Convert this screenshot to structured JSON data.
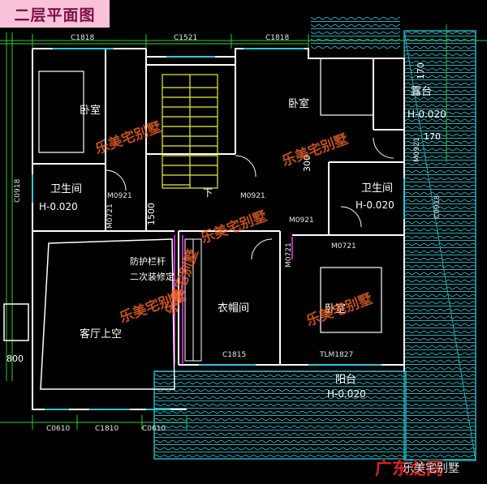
{
  "title": "二层平面图",
  "rooms": {
    "bedroom_nw": "卧室",
    "bedroom_n": "卧室",
    "bedroom_se": "卧室",
    "bath_w": "卫生间",
    "bath_e": "卫生间",
    "cloakroom": "衣帽间",
    "living_void": "客厅上空",
    "terrace": "露台",
    "balcony": "阳台"
  },
  "levels": {
    "bath_w": "H-0.020",
    "bath_e": "H-0.020",
    "terrace": "H-0.020",
    "balcony": "H-0.020"
  },
  "notes": {
    "rail_1": "防护栏杆",
    "rail_2": "二次装修定",
    "stair_down": "下"
  },
  "window_codes": {
    "c1818_a": "C1818",
    "c1521": "C1521",
    "c1818_b": "C1818",
    "c0918_w": "C0918",
    "c0918_e": "C0918",
    "c1815": "C1815",
    "c0610_a": "C0610",
    "c1810": "C1810",
    "c0610_b": "C0610",
    "tlm1827": "TLM1827"
  },
  "door_codes": {
    "m0921_a": "M0921",
    "m0721_a": "M0721",
    "m0921_b": "M0921",
    "m0921_c": "M0921",
    "m0921_d": "M0921",
    "m0721_b": "M0721",
    "m0721_c": "M0721"
  },
  "dimensions": {
    "d170_a": "170",
    "d170_b": "170",
    "d300": "300",
    "d1500": "1500",
    "d800": "800"
  },
  "watermarks": {
    "wm1": "乐美宅别墅",
    "wm2": "乐美宅别墅",
    "wm3": "乐美宅别墅",
    "wm4": "乐美宅别墅",
    "wm5": "乐美宅别墅",
    "wm6": "乐美宅别墅"
  },
  "site_logo": "广东龙网",
  "corner_watermark": "乐美宅别墅",
  "colors": {
    "wall": "#ffffff",
    "window": "#2ec9d8",
    "tile": "#26b0bd",
    "stair": "#ecec3a",
    "dim_line": "#2dd13a",
    "rail": "#ff3cff"
  }
}
